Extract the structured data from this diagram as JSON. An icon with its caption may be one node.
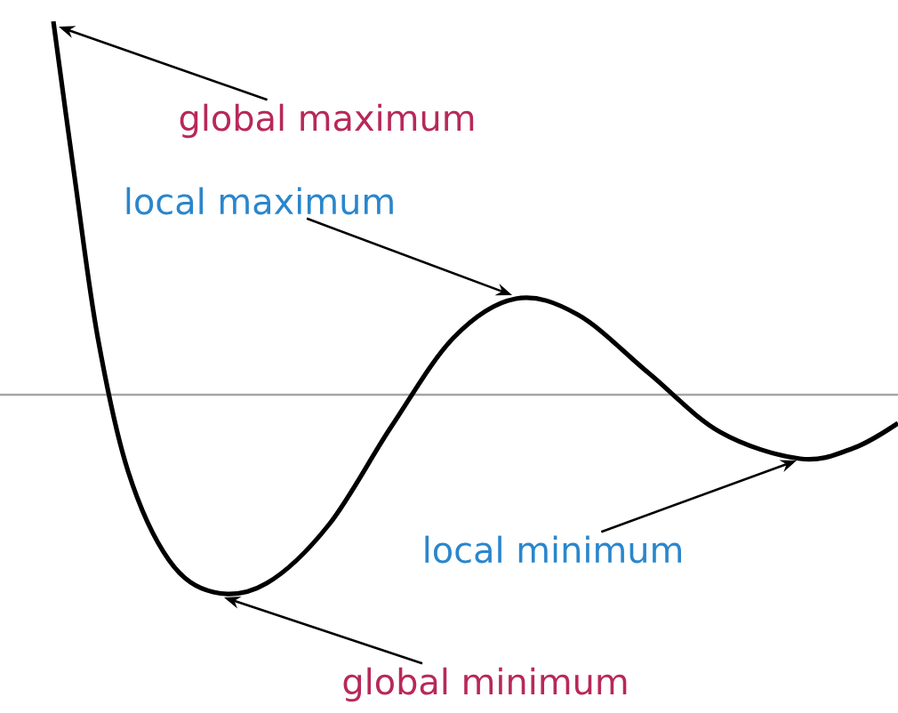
{
  "diagram": {
    "nodes": [
      {
        "text": [
          "global maximum"
        ]
      },
      {
        "text": [
          "local maximum"
        ]
      },
      {
        "text": [
          "local minimum"
        ]
      },
      {
        "text": [
          "global minimum"
        ]
      }
    ],
    "edges": [
      {
        "from": 0,
        "to": null,
        "arrow": "to"
      },
      {
        "from": 1,
        "to": null,
        "arrow": "to"
      },
      {
        "from": 2,
        "to": null,
        "arrow": "to"
      },
      {
        "from": 3,
        "to": null,
        "arrow": "to"
      }
    ]
  }
}
